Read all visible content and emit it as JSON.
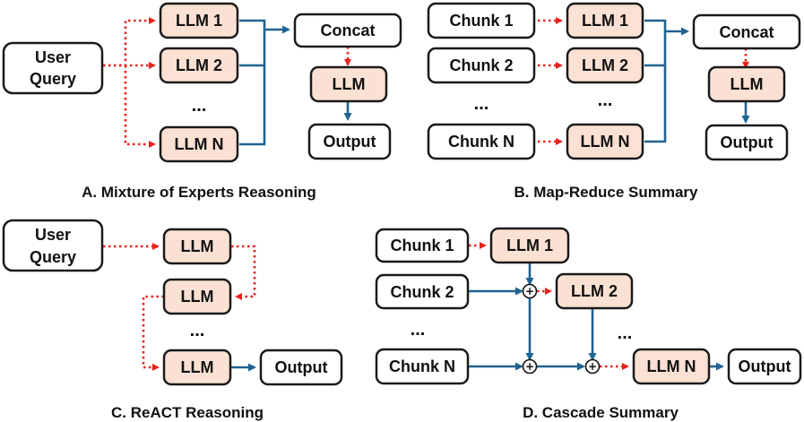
{
  "colors": {
    "llm_fill": "#fbe1d3",
    "white_fill": "#ffffff",
    "outline": "#1a1a1a",
    "dotted_arrow": "#e8221b",
    "solid_arrow": "#1f6391"
  },
  "panels": {
    "a": {
      "caption": "A. Mixture of Experts Reasoning",
      "user_query": [
        "User",
        "Query"
      ],
      "llm1": "LLM 1",
      "llm2": "LLM 2",
      "llmn": "LLM N",
      "ellipsis": "...",
      "concat": "Concat",
      "llm": "LLM",
      "output": "Output"
    },
    "b": {
      "caption": "B. Map-Reduce Summary",
      "chunk1": "Chunk 1",
      "chunk2": "Chunk 2",
      "chunkn": "Chunk N",
      "ellipsis_left": "...",
      "ellipsis_right": "...",
      "llm1": "LLM 1",
      "llm2": "LLM 2",
      "llmn": "LLM N",
      "concat": "Concat",
      "llm": "LLM",
      "output": "Output"
    },
    "c": {
      "caption": "C. ReACT Reasoning",
      "user_query": [
        "User",
        "Query"
      ],
      "llm_top": "LLM",
      "llm_mid": "LLM",
      "llm_bottom": "LLM",
      "ellipsis": "...",
      "output": "Output"
    },
    "d": {
      "caption": "D. Cascade Summary",
      "chunk1": "Chunk 1",
      "chunk2": "Chunk 2",
      "chunkn": "Chunk N",
      "ellipsis_left": "...",
      "ellipsis_right": "...",
      "llm1": "LLM 1",
      "llm2": "LLM 2",
      "llmn": "LLM N",
      "output": "Output",
      "sum_symbol": "+"
    }
  }
}
